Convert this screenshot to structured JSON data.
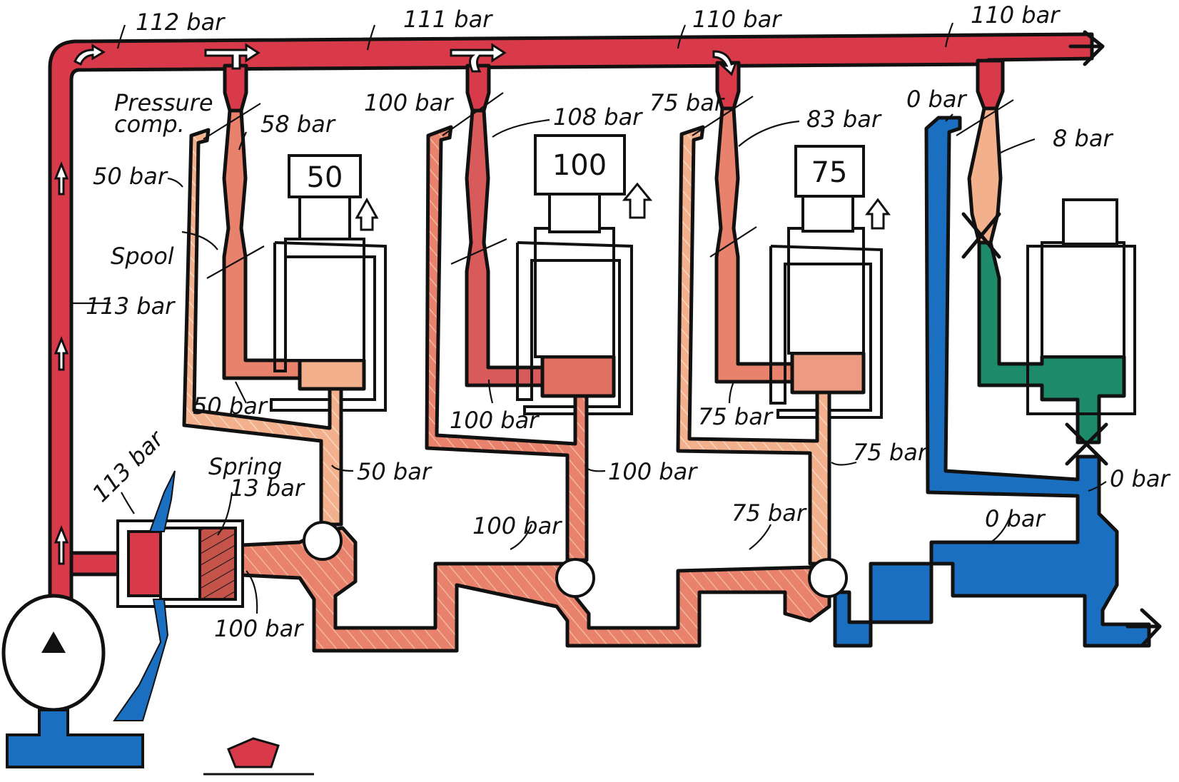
{
  "colors": {
    "supply": "#d93a4a",
    "branch": "#e8826c",
    "load_line": "#f2b08c",
    "return": "#1a6fc0",
    "idle": "#1d8a6a",
    "outline": "#111111"
  },
  "header_labels": [
    "112 bar",
    "111 bar",
    "110 bar",
    "110 bar"
  ],
  "pump_labels": {
    "supply": "113 bar",
    "relief": "113 bar",
    "spring_title": "Spring",
    "spring_value": "13 bar",
    "relief_outlet": "100 bar"
  },
  "sections": [
    {
      "load": "50",
      "pressure_comp": "Pressure\ncomp.",
      "load_line": "50 bar",
      "after_comp": "58 bar",
      "spool": "Spool",
      "cylinder": "50 bar",
      "shuttle_line": "50 bar"
    },
    {
      "load": "100",
      "load_line": "100 bar",
      "after_comp": "108 bar",
      "cylinder": "100 bar",
      "shuttle_line": "100 bar",
      "bottom": "100 bar"
    },
    {
      "load": "75",
      "load_line": "75 bar",
      "after_comp": "83 bar",
      "cylinder": "75 bar",
      "shuttle_line": "75 bar",
      "bottom": "75 bar"
    },
    {
      "load_line": "0 bar",
      "after_comp": "8 bar",
      "return_1": "0 bar",
      "return_2": "0 bar"
    }
  ]
}
